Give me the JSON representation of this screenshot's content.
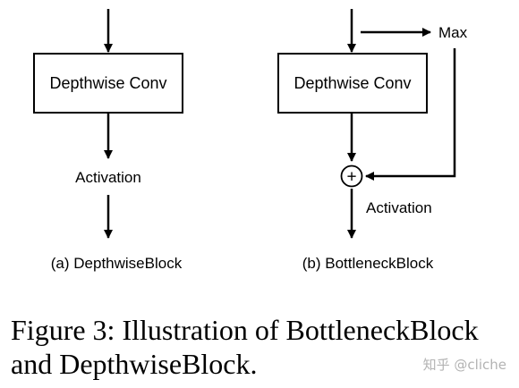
{
  "panel_a": {
    "block_label": "Depthwise Conv",
    "activation_label": "Activation",
    "caption": "(a) DepthwiseBlock"
  },
  "panel_b": {
    "block_label": "Depthwise Conv",
    "max_label": "Max",
    "add_symbol": "+",
    "activation_label": "Activation",
    "caption": "(b) BottleneckBlock"
  },
  "figure_caption": {
    "line1": "Figure 3: Illustration of BottleneckBlock",
    "line2": "and DepthwiseBlock."
  },
  "watermark": "知乎 @cliche"
}
